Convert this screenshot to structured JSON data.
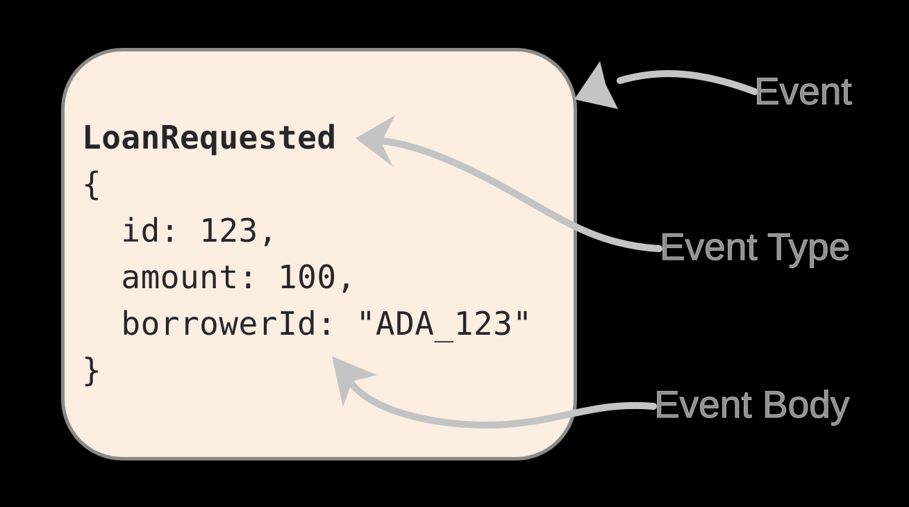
{
  "event_card": {
    "type_name": "LoanRequested",
    "body_lines": [
      "{",
      "  id: 123,",
      "  amount: 100,",
      "  borrowerId: \"ADA_123\"",
      "}"
    ]
  },
  "annotations": [
    {
      "id": "event",
      "label": "Event"
    },
    {
      "id": "event-type",
      "label": "Event Type"
    },
    {
      "id": "event-body",
      "label": "Event Body"
    }
  ],
  "colors": {
    "background": "#000000",
    "card_fill": "#fdeee2",
    "card_border": "#8a8a89",
    "code_text": "#26262a",
    "arrow": "#c4c4c4",
    "label_text": "#8f8f8f"
  }
}
